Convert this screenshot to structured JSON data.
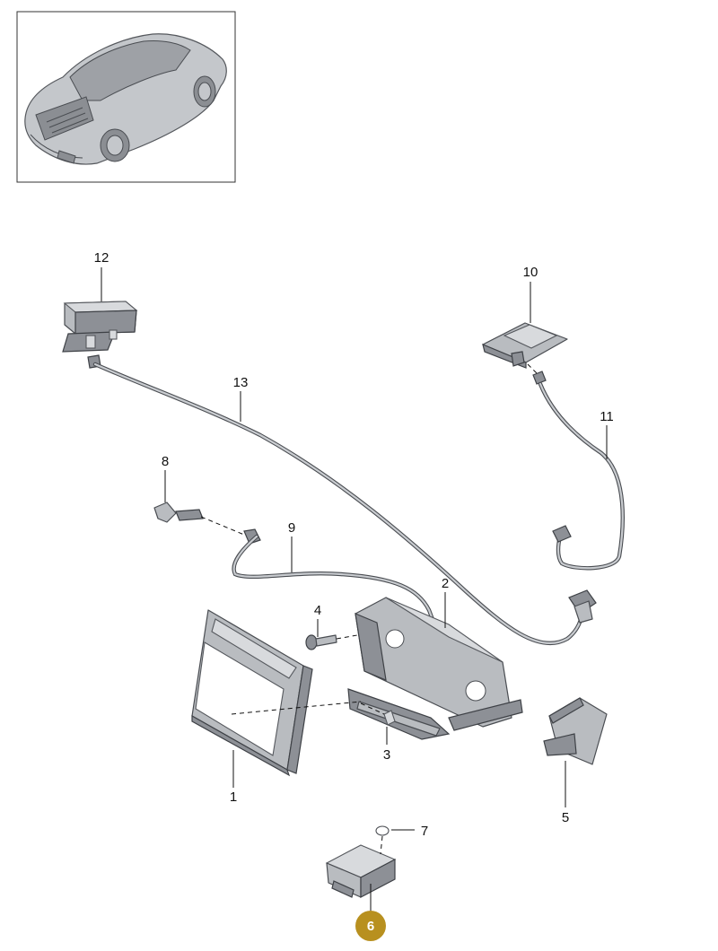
{
  "diagram": {
    "accent_color": "#b8901f",
    "highlighted_part": "6",
    "callouts": {
      "p1": "1",
      "p2": "2",
      "p3": "3",
      "p4": "4",
      "p5": "5",
      "p6": "6",
      "p7": "7",
      "p8": "8",
      "p9": "9",
      "p10": "10",
      "p11": "11",
      "p12": "12",
      "p13": "13"
    }
  }
}
